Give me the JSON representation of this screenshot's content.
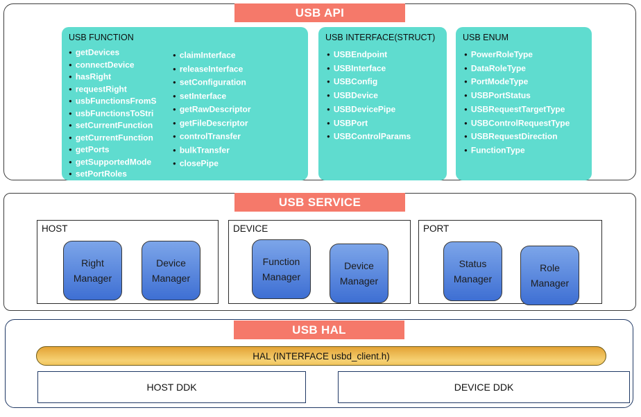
{
  "layers": {
    "api": {
      "title": "USB API",
      "function_group": {
        "title": "USB FUNCTION",
        "col1": [
          "getDevices",
          "connectDevice",
          "hasRight",
          "requestRight",
          "usbFunctionsFromS",
          "usbFunctionsToStri",
          "setCurrentFunction",
          "getCurrentFunction",
          "getPorts",
          "getSupportedMode",
          "setPortRoles"
        ],
        "col2": [
          "claimInterface",
          "releaseInterface",
          "setConfiguration",
          "setInterface",
          "getRawDescriptor",
          "getFileDescriptor",
          "controlTransfer",
          "bulkTransfer",
          "closePipe"
        ]
      },
      "interface_group": {
        "title": "USB INTERFACE(STRUCT)",
        "items": [
          "USBEndpoint",
          "USBInterface",
          "USBConfig",
          "USBDevice",
          "USBDevicePipe",
          "USBPort",
          "USBControlParams"
        ]
      },
      "enum_group": {
        "title": "USB ENUM",
        "items": [
          "PowerRoleType",
          "DataRoleType",
          "PortModeType",
          "USBPortStatus",
          "USBRequestTargetType",
          "USBControlRequestType",
          "USBRequestDirection",
          "FunctionType"
        ]
      }
    },
    "service": {
      "title": "USB SERVICE",
      "groups": [
        {
          "label": "HOST",
          "managers": [
            "Right Manager",
            "Device Manager"
          ]
        },
        {
          "label": "DEVICE",
          "managers": [
            "Function Manager",
            "Device Manager"
          ]
        },
        {
          "label": "PORT",
          "managers": [
            "Status Manager",
            "Role Manager"
          ]
        }
      ]
    },
    "hal": {
      "title": "USB HAL",
      "interface_bar": "HAL (INTERFACE usbd_client.h)",
      "ddk": [
        "HOST DDK",
        "DEVICE DDK"
      ]
    }
  },
  "colors": {
    "banner_salmon": "#F5796A",
    "teal_box": "#5FDCCF",
    "blue_manager_top": "#7CA5E9",
    "blue_manager_bottom": "#3E6FD3",
    "gold_bar_top": "#E3A335",
    "gold_bar_bottom": "#F6D173"
  }
}
